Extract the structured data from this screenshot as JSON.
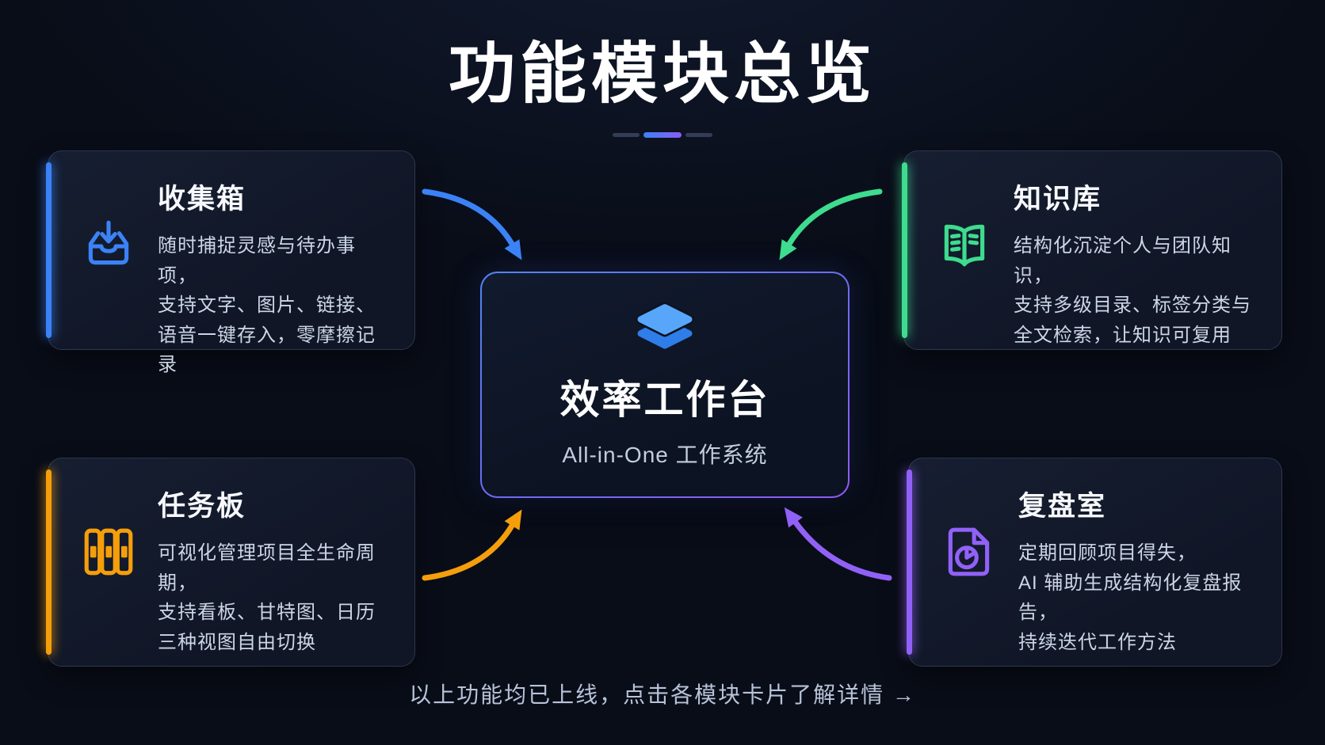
{
  "page": {
    "title": "功能模块总览",
    "footer": "以上功能均已上线，点击各模块卡片了解详情 →",
    "background": "#090d18"
  },
  "divider": {
    "track_color": "#333d58",
    "accent_gradient": [
      "#3b82f6",
      "#8b5cf6"
    ]
  },
  "center_card": {
    "title": "效率工作台",
    "subtitle": "All-in-One 工作系统",
    "icon": "layers-icon",
    "icon_colors": [
      "#58a6fa",
      "#2f7de8"
    ],
    "border_gradient": [
      "#4f86f2",
      "#8f5bf5"
    ]
  },
  "cards": [
    {
      "id": "inbox",
      "title": "收集箱",
      "icon": "inbox-download-icon",
      "accent": "#3b82f6",
      "lines": [
        "随时捕捉灵感与待办事项，",
        "支持文字、图片、链接、",
        "语音一键存入，零摩擦记录"
      ]
    },
    {
      "id": "knowledge",
      "title": "知识库",
      "icon": "open-book-icon",
      "accent": "#3ddc8e",
      "lines": [
        "结构化沉淀个人与团队知识，",
        "支持多级目录、标签分类与",
        "全文检索，让知识可复用"
      ]
    },
    {
      "id": "tasks",
      "title": "任务板",
      "icon": "kanban-columns-icon",
      "accent": "#f59e0b",
      "lines": [
        "可视化管理项目全生命周期，",
        "支持看板、甘特图、日历",
        "三种视图自由切换"
      ]
    },
    {
      "id": "review",
      "title": "复盘室",
      "icon": "report-pie-document-icon",
      "accent": "#9161f7",
      "lines": [
        "定期回顾项目得失，",
        "AI 辅助生成结构化复盘报告，",
        "持续迭代工作方法"
      ]
    }
  ],
  "arrows": [
    {
      "from": "inbox",
      "to": "center",
      "color": "#3b82f6"
    },
    {
      "from": "knowledge",
      "to": "center",
      "color": "#3ddc8e"
    },
    {
      "from": "tasks",
      "to": "center",
      "color": "#f59e0b"
    },
    {
      "from": "review",
      "to": "center",
      "color": "#9161f7"
    }
  ]
}
